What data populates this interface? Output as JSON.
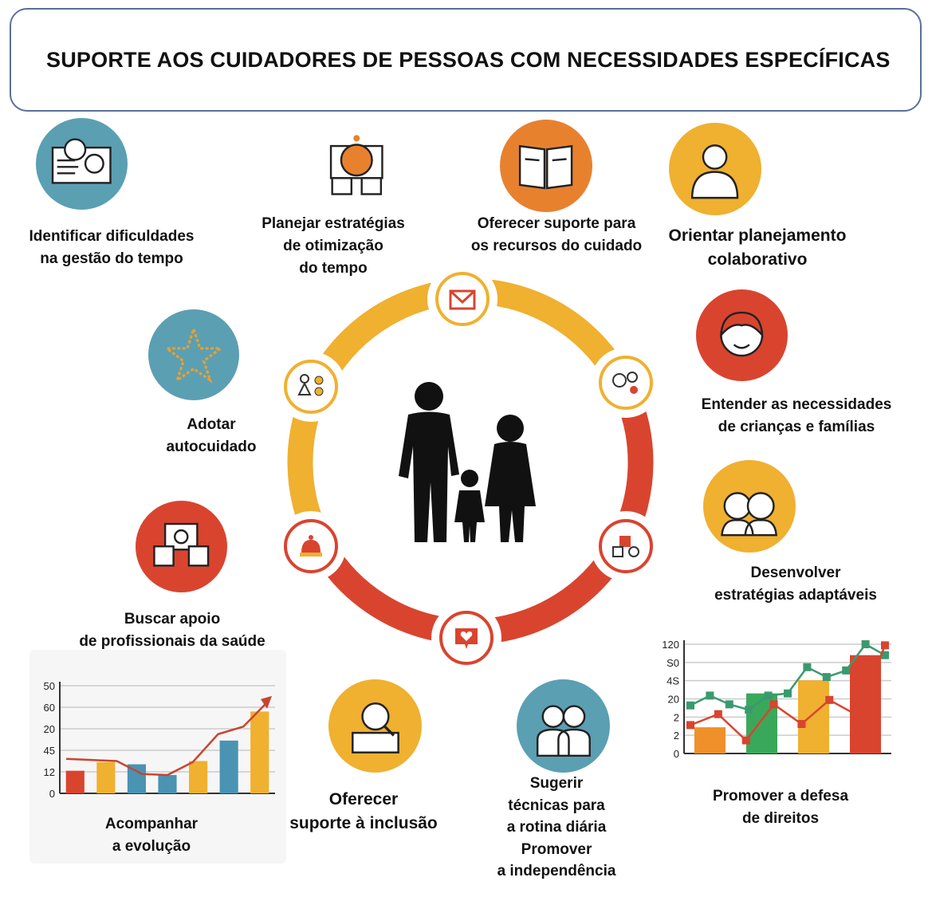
{
  "title": "SUPORTE AOS CUIDADORES DE PESSOAS COM NECESSIDADES ESPECÍFICAS",
  "colors": {
    "teal": "#5b9fb3",
    "orange": "#e8812e",
    "yellow": "#f0b030",
    "red": "#d9442f",
    "green": "#3aa85a"
  },
  "items": [
    {
      "lines": [
        "Identificar dificuldades",
        "na gestão do tempo"
      ],
      "icon": "clock-document-icon"
    },
    {
      "lines": [
        "Planejar estratégias",
        "de otimização",
        "do tempo"
      ],
      "icon": "lightbulb-planning-icon"
    },
    {
      "lines": [
        "Oferecer suporte para",
        "os recursos do cuidado"
      ],
      "icon": "open-book-icon"
    },
    {
      "lines": [
        "Orientar planejamento",
        "colaborativo"
      ],
      "icon": "professional-person-icon"
    },
    {
      "lines": [
        "Adotar",
        "autocuidado"
      ],
      "icon": "network-star-icon"
    },
    {
      "lines": [
        "Entender as necessidades",
        "de crianças e famílias"
      ],
      "icon": "child-face-icon"
    },
    {
      "lines": [
        "Desenvolver",
        "estratégias adaptáveis"
      ],
      "icon": "two-faces-icon"
    },
    {
      "lines": [
        "Buscar apoio",
        "de profissionais da saúde"
      ],
      "icon": "health-support-icon"
    },
    {
      "lines": [
        "Oferecer",
        "suporte à inclusão"
      ],
      "icon": "inclusion-search-icon"
    },
    {
      "lines": [
        "Sugerir",
        "técnicas para",
        "a rotina diária",
        "Promover",
        "a independência"
      ],
      "icon": "two-people-icon"
    },
    {
      "lines": [
        "Acompanhar",
        "a evolução"
      ],
      "icon": "chart-icon"
    },
    {
      "lines": [
        "Promover a defesa",
        "de direitos"
      ],
      "icon": "chart-icon"
    }
  ],
  "chart_data": [
    {
      "type": "bar",
      "title": "Acompanhar a evolução",
      "ytick_labels": [
        "50",
        "60",
        "20",
        "45",
        "12",
        "0"
      ],
      "ylim": [
        0,
        100
      ],
      "bars": [
        {
          "value": 21,
          "color": "#d9442f"
        },
        {
          "value": 29,
          "color": "#f0b030"
        },
        {
          "value": 27,
          "color": "#4a93b3"
        },
        {
          "value": 17,
          "color": "#4a93b3"
        },
        {
          "value": 30,
          "color": "#f0b030"
        },
        {
          "value": 49,
          "color": "#4a93b3"
        },
        {
          "value": 76,
          "color": "#f0b030"
        }
      ],
      "series": [
        {
          "name": "trend",
          "color": "#c8442f",
          "values": [
            32,
            31,
            30,
            18,
            17,
            29,
            55,
            62,
            86
          ]
        }
      ]
    },
    {
      "type": "bar",
      "title": "Promover a defesa de direitos",
      "ytick_labels": [
        "120",
        "S0",
        "4S",
        "20",
        "2",
        "2",
        "0"
      ],
      "ylim": [
        0,
        100
      ],
      "bars": [
        {
          "value": 24,
          "color": "#f0902a"
        },
        {
          "value": 55,
          "color": "#3aa85a"
        },
        {
          "value": 67,
          "color": "#f0b030"
        },
        {
          "value": 90,
          "color": "#d9442f"
        }
      ],
      "series": [
        {
          "name": "green",
          "color": "#3a9a6e",
          "values": [
            44,
            53,
            45,
            40,
            53,
            55,
            79,
            70,
            76,
            100,
            90
          ]
        },
        {
          "name": "red",
          "color": "#d9442f",
          "values": [
            26,
            36,
            12,
            45,
            27,
            49,
            35,
            99
          ]
        }
      ]
    }
  ]
}
